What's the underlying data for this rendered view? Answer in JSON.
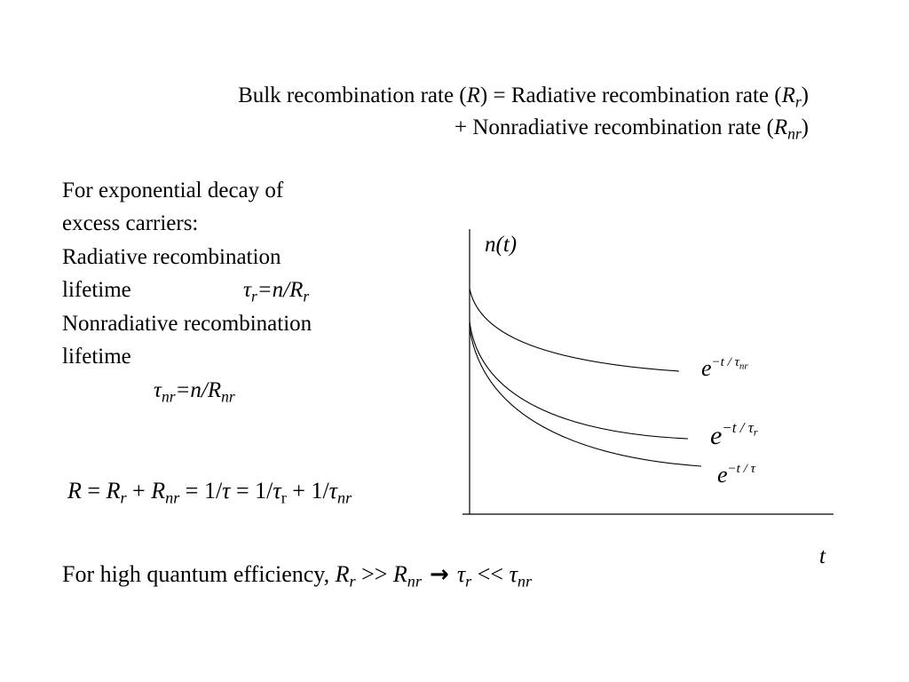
{
  "header": {
    "line1_prefix": "Bulk recombination rate (",
    "line1_R": "R",
    "line1_mid": ") = Radiative recombination rate (",
    "line1_Rr": "R",
    "line1_r_sub": "r",
    "line1_close": ")",
    "line2_prefix": "+ Nonradiative recombination rate (",
    "line2_R": "R",
    "line2_nr_sub": "nr",
    "line2_close": ")"
  },
  "left_text": {
    "line1": "For exponential decay of",
    "line2": "excess carriers:",
    "line3": "Radiative recombination",
    "line4_word": "lifetime",
    "line4_tau": "τ",
    "line4_tau_sub": "r",
    "line4_rest": "=n/R",
    "line4_rest_sub": "r",
    "line5": "Nonradiative recombination",
    "line6": "lifetime",
    "line7_tau": "τ",
    "line7_tau_sub": "nr",
    "line7_rest": "=n/R",
    "line7_rest_sub": "nr"
  },
  "equation": {
    "R": "R",
    "eq1": " = ",
    "Rr": "R",
    "Rr_sub": "r",
    "plus1": " + ",
    "Rnr": "R",
    "Rnr_sub": "nr",
    "eq2": " = ",
    "one1": "1/",
    "tau1": "τ",
    "eq3": " = ",
    "one2": "1/",
    "tau2": "τ",
    "tau2_sub": "r",
    "plus2": " + ",
    "one3": "1/",
    "tau3": "τ",
    "tau3_sub": "nr"
  },
  "footer": {
    "prefix": "For high quantum efficiency, ",
    "R1": "R",
    "R1_sub": "r",
    "gg": " >> ",
    "R2": "R",
    "R2_sub": "nr",
    "arrow": " → ",
    "tau1": "τ",
    "tau1_sub": "r",
    "ll": " << ",
    "tau2": "τ",
    "tau2_sub": "nr"
  },
  "plot": {
    "ylabel": "n(t)",
    "xlabel": "t",
    "curves": [
      {
        "name": "nonradiative",
        "base": "e",
        "exponent": "−t / τ",
        "exponent_sub": "nr"
      },
      {
        "name": "radiative",
        "base": "e",
        "exponent": "−t / τ",
        "exponent_sub": "r"
      },
      {
        "name": "total",
        "base": "e",
        "exponent": "−t / τ",
        "exponent_sub": ""
      }
    ],
    "line_color": "#000000"
  }
}
